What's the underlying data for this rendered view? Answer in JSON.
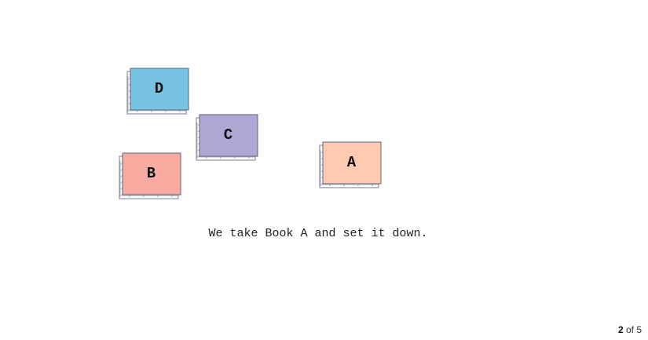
{
  "books": [
    {
      "id": "d",
      "label": "D",
      "color": "#76c3e2"
    },
    {
      "id": "c",
      "label": "C",
      "color": "#b0a7d4"
    },
    {
      "id": "b",
      "label": "B",
      "color": "#f9aba1"
    },
    {
      "id": "a",
      "label": "A",
      "color": "#fecbb0"
    }
  ],
  "caption": "We take Book A and set it down.",
  "pager": {
    "current": "2",
    "separator": " of ",
    "total": "5"
  }
}
